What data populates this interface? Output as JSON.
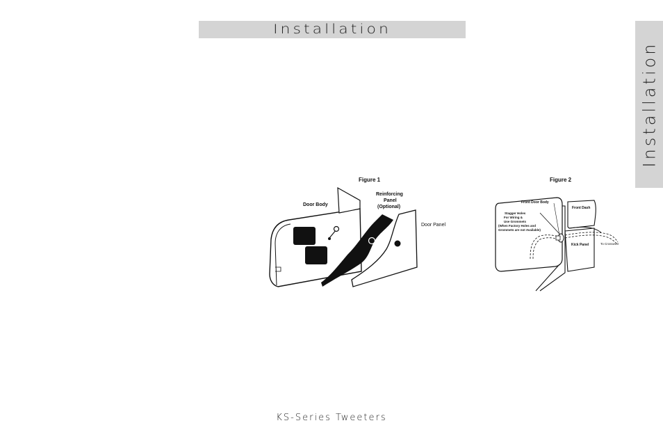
{
  "header": {
    "title": "Installation"
  },
  "side_tab": {
    "title": "Installation"
  },
  "figure1": {
    "title": "Figure 1",
    "labels": {
      "door_body": "Door Body",
      "reinforcing_1": "Reinforcing",
      "reinforcing_2": "Panel",
      "reinforcing_3": "(Optional)",
      "door_panel": "Door Panel"
    }
  },
  "figure2": {
    "title": "Figure 2",
    "labels": {
      "front_door_body": "Front Door Body",
      "front_dash": "Front Dash",
      "stagger_1": "Stagger Holes",
      "stagger_2": "For Wiring &",
      "stagger_3": "Use Grommets",
      "stagger_4": "(When Factory Holes and",
      "stagger_5": "Grommets are not Available)",
      "kick_panel": "Kick Panel",
      "to_crossover": "To Crossover"
    }
  },
  "footer": {
    "title": "KS-Series Tweeters"
  }
}
